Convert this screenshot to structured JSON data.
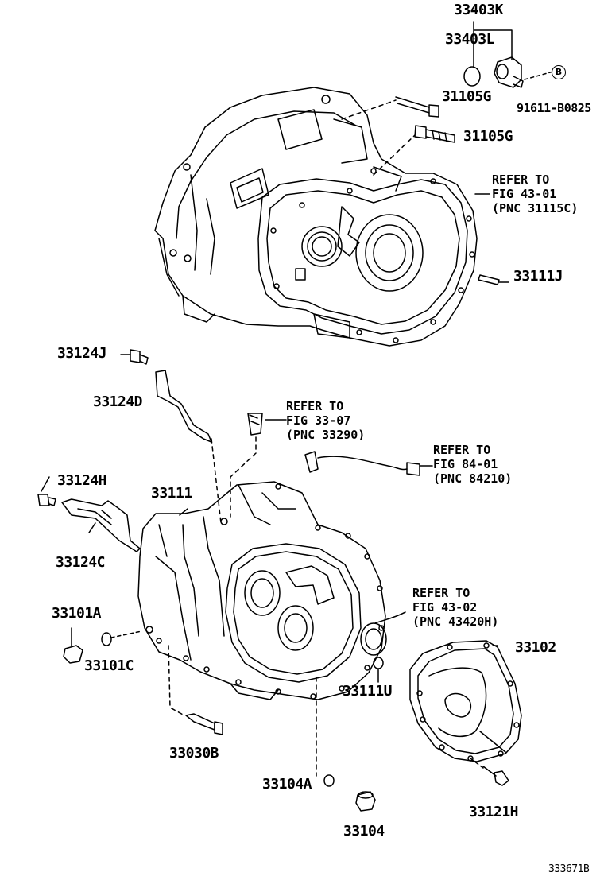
{
  "labels": {
    "p33403K": "33403K",
    "p33403L": "33403L",
    "p31105G_a": "31105G",
    "p31105G_b": "31105G",
    "p91611": "91611-B0825",
    "circleB": "B",
    "p33111J": "33111J",
    "p33124J": "33124J",
    "p33124D": "33124D",
    "p33124H": "33124H",
    "p33111": "33111",
    "p33124C": "33124C",
    "p33101A": "33101A",
    "p33101C": "33101C",
    "p33030B": "33030B",
    "p33104A": "33104A",
    "p33104": "33104",
    "p33102": "33102",
    "p33111U": "33111U",
    "p33121H": "33121H"
  },
  "refs": {
    "ref4301": [
      "REFER TO",
      "FIG 43-01",
      "(PNC 31115C)"
    ],
    "ref3307": [
      "REFER TO",
      "FIG 33-07",
      "(PNC 33290)"
    ],
    "ref8401": [
      "REFER TO",
      "FIG 84-01",
      "(PNC 84210)"
    ],
    "ref4302": [
      "REFER TO",
      "FIG 43-02",
      "(PNC 43420H)"
    ]
  },
  "footer": {
    "figure_id": "333671B"
  }
}
